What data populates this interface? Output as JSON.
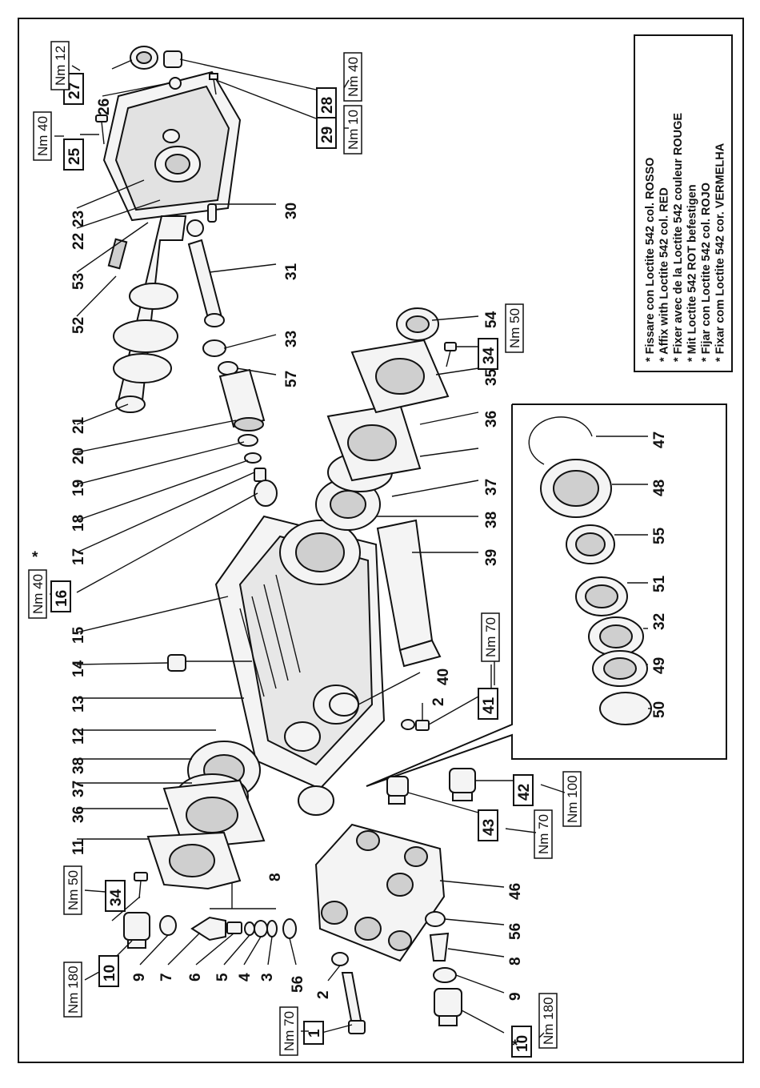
{
  "notes": [
    "* Fissare con Loctite 542 col. ROSSO",
    "* Affix with Loctite 542 col. RED",
    "* Fixer avec de la Loctite 542 couleur ROUGE",
    "* Mit Loctite 542 ROT befestigen",
    "* Fijar con Loctite 542 col. ROJO",
    "* Fixar com Loctite 542 cor. VERMELHA"
  ],
  "labels": {
    "p1": "1",
    "p2a": "2",
    "p2b": "2",
    "p3": "3",
    "p4": "4",
    "p5": "5",
    "p6": "6",
    "p7": "7",
    "p8a": "8",
    "p8b": "8",
    "p9a": "9",
    "p9b": "9",
    "p10a": "10",
    "p10b": "10",
    "p11": "11",
    "p12": "12",
    "p13": "13",
    "p14": "14",
    "p15": "15",
    "p16": "16",
    "p17": "17",
    "p18": "18",
    "p19": "19",
    "p20": "20",
    "p21": "21",
    "p22": "22",
    "p23": "23",
    "p25": "25",
    "p26": "26",
    "p27": "27",
    "p28": "28",
    "p29": "29",
    "p30": "30",
    "p31": "31",
    "p32": "32",
    "p33": "33",
    "p34a": "34",
    "p34b": "34",
    "p35": "35",
    "p36a": "36",
    "p36b": "36",
    "p37a": "37",
    "p37b": "37",
    "p38a": "38",
    "p38b": "38",
    "p39": "39",
    "p40": "40",
    "p41": "41",
    "p42": "42",
    "p43": "43",
    "p46": "46",
    "p47": "47",
    "p48": "48",
    "p49": "49",
    "p50": "50",
    "p51": "51",
    "p52": "52",
    "p53": "53",
    "p54": "54",
    "p55": "55",
    "p56a": "56",
    "p56b": "56",
    "p57": "57"
  },
  "torques": {
    "t27": "Nm 12",
    "t25": "Nm 40",
    "t28": "Nm 40",
    "t29": "Nm 10",
    "t16": "Nm 40",
    "t34a": "Nm 50",
    "t34b": "Nm 50",
    "t41": "Nm 70",
    "t42": "Nm 100",
    "t43": "Nm 70",
    "t10a": "Nm 180",
    "t10b": "Nm 180",
    "t1": "Nm 70"
  },
  "stars": {
    "s16": "*",
    "s10": "*"
  }
}
